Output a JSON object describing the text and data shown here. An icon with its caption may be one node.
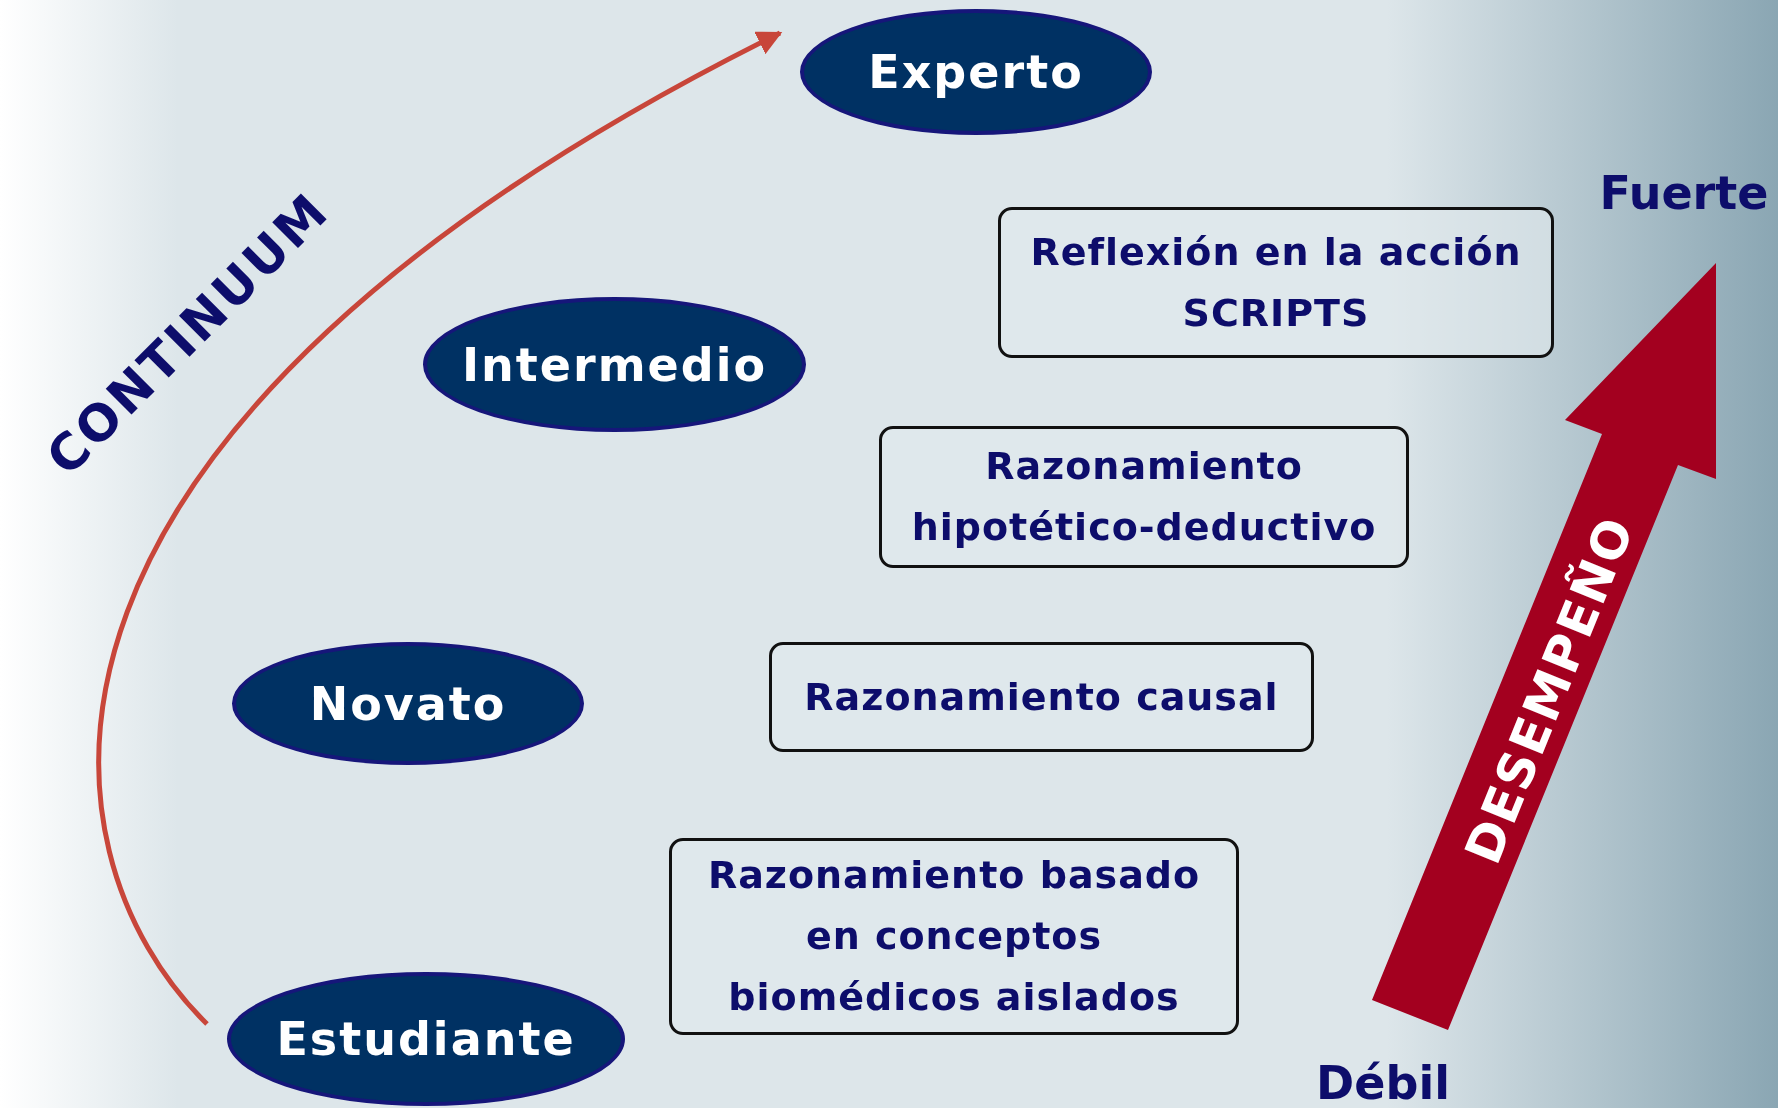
{
  "diagram": {
    "nodes": [
      {
        "text": [
          "Experto"
        ]
      },
      {
        "text": [
          "Intermedio"
        ]
      },
      {
        "text": [
          "Novato"
        ]
      },
      {
        "text": [
          "Estudiante"
        ]
      },
      {
        "text": [
          "Reflexión en la acción",
          "SCRIPTS"
        ]
      },
      {
        "text": [
          "Razonamiento hipotético-deductivo"
        ]
      },
      {
        "text": [
          "Razonamiento causal"
        ]
      },
      {
        "text": [
          "Razonamiento basado en conceptos biomédicos aislados"
        ]
      }
    ],
    "edges": [
      {
        "from": 3,
        "to": 0,
        "arrow": "to",
        "color": "#c8463a"
      }
    ],
    "labels": [
      "CONTINUUM",
      "Fuerte",
      "DESEMPEÑO",
      "Débil"
    ]
  }
}
